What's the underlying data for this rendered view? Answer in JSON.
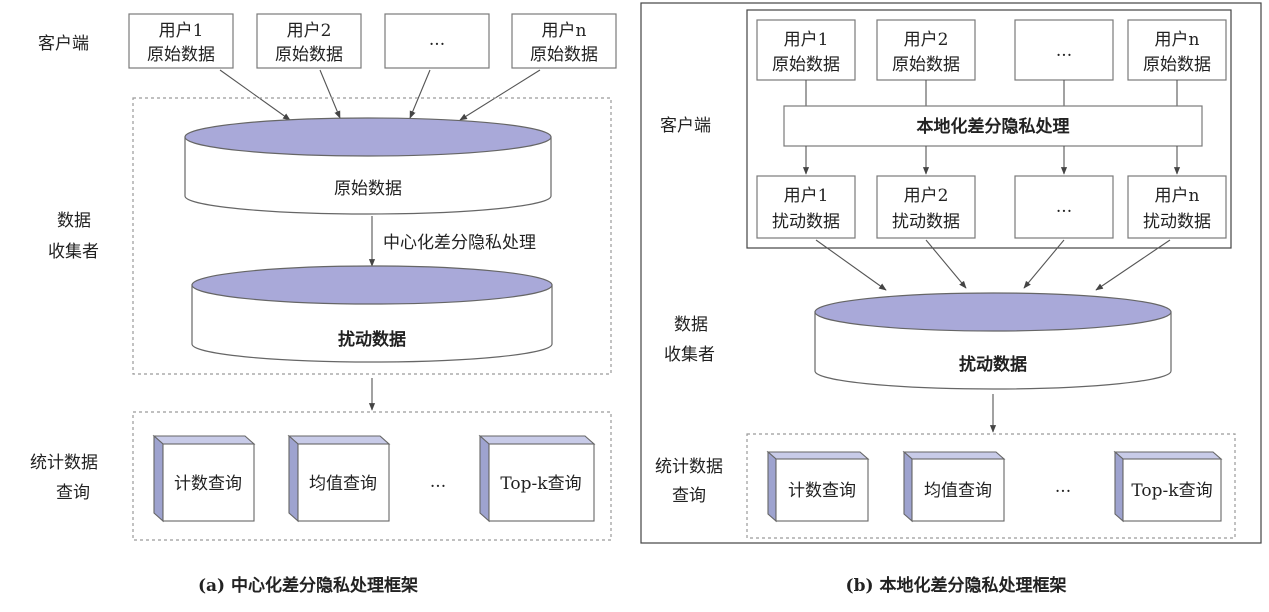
{
  "panel_a": {
    "client_label": "客户端",
    "collector_label_line1": "数据",
    "collector_label_line2": "收集者",
    "stats_label_line1": "统计数据",
    "stats_label_line2": "查询",
    "users": [
      {
        "line1": "用户1",
        "line2": "原始数据"
      },
      {
        "line1": "用户2",
        "line2": "原始数据"
      },
      {
        "line1": "...",
        "line2": ""
      },
      {
        "line1": "用户n",
        "line2": "原始数据"
      }
    ],
    "raw_db_label": "原始数据",
    "process_label": "中心化差分隐私处理",
    "perturbed_db_label": "扰动数据",
    "queries": [
      "计数查询",
      "均值查询",
      "...",
      "Top-k查询"
    ],
    "caption": "(a)  中心化差分隐私处理框架"
  },
  "panel_b": {
    "client_label": "客户端",
    "collector_label_line1": "数据",
    "collector_label_line2": "收集者",
    "stats_label_line1": "统计数据",
    "stats_label_line2": "查询",
    "users": [
      {
        "line1": "用户1",
        "line2": "原始数据"
      },
      {
        "line1": "用户2",
        "line2": "原始数据"
      },
      {
        "line1": "...",
        "line2": ""
      },
      {
        "line1": "用户n",
        "line2": "原始数据"
      }
    ],
    "local_process_label": "本地化差分隐私处理",
    "perturbed_users": [
      {
        "line1": "用户1",
        "line2": "扰动数据"
      },
      {
        "line1": "用户2",
        "line2": "扰动数据"
      },
      {
        "line1": "...",
        "line2": ""
      },
      {
        "line1": "用户n",
        "line2": "扰动数据"
      }
    ],
    "perturbed_db_label": "扰动数据",
    "queries": [
      "计数查询",
      "均值查询",
      "...",
      "Top-k查询"
    ],
    "caption": "(b)  本地化差分隐私处理框架"
  }
}
